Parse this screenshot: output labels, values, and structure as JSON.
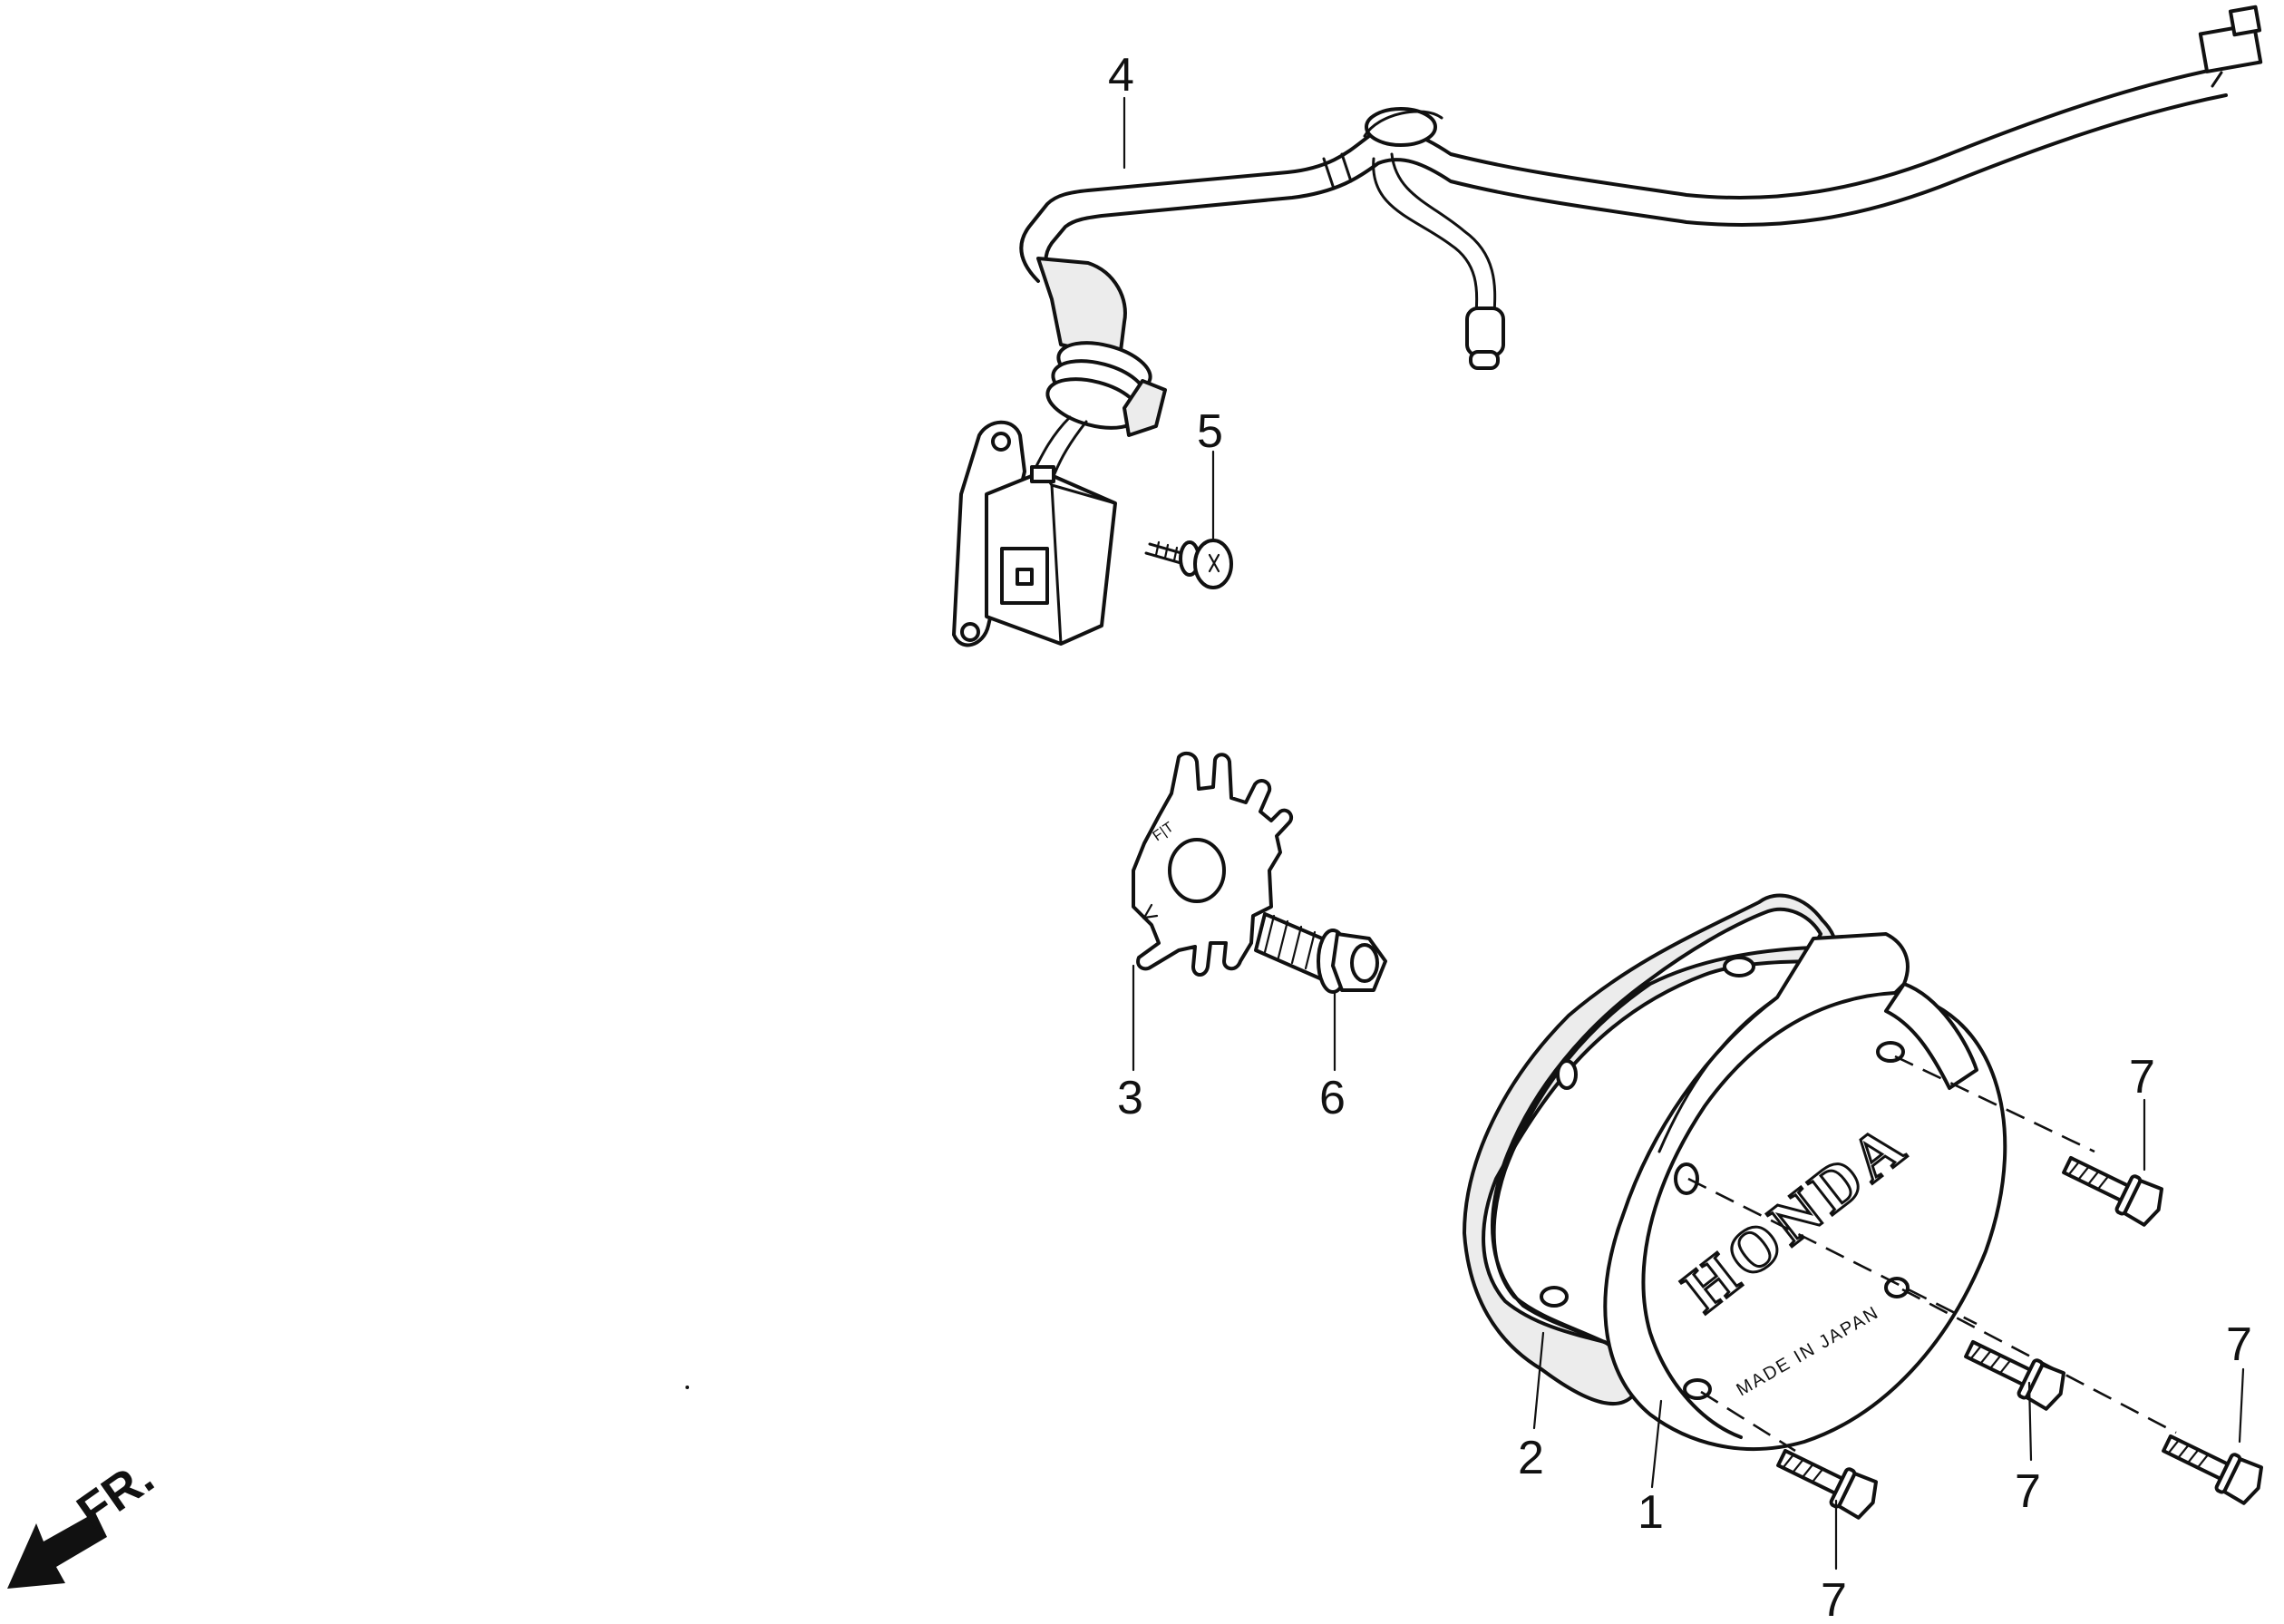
{
  "callouts": [
    "1",
    "2",
    "3",
    "4",
    "5",
    "6",
    "7"
  ],
  "cover": {
    "brand_text": "HONDA",
    "origin_text": "MADE IN JAPAN"
  },
  "rotor": {
    "marking": "F|T"
  },
  "direction": {
    "label": "FR."
  }
}
